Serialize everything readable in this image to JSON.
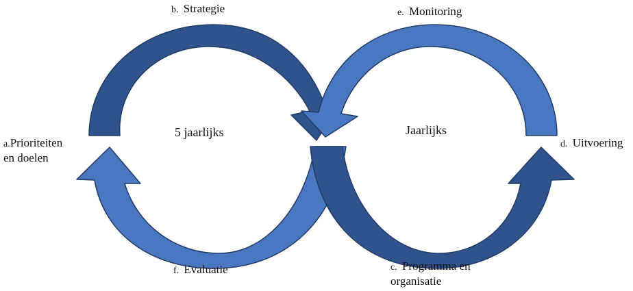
{
  "colors": {
    "arrow_dark": "#2F538A",
    "arrow_light": "#4A78C0",
    "arrow_edge": "#203C66",
    "text": "#111111",
    "background": "#FFFFFF"
  },
  "cycles": {
    "left_label": "5 jaarlijks",
    "right_label": "Jaarlijks"
  },
  "steps": {
    "a": {
      "prefix": "a.",
      "line1": "Prioriteiten",
      "line2": "en doelen"
    },
    "b": {
      "prefix": "b.",
      "text": "Strategie"
    },
    "c": {
      "prefix": "c.",
      "line1": "Programma en",
      "line2": "organisatie"
    },
    "d": {
      "prefix": "d.",
      "text": "Uitvoering"
    },
    "e": {
      "prefix": "e.",
      "text": "Monitoring"
    },
    "f": {
      "prefix": "f.",
      "text": "Evaluatie"
    }
  }
}
